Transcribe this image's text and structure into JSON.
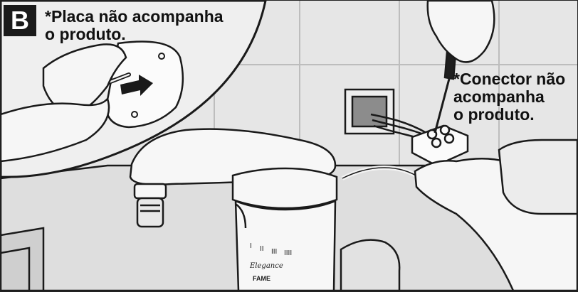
{
  "step": {
    "letter": "B"
  },
  "notes": {
    "plate": [
      "*Placa não acompanha",
      "o produto."
    ],
    "connector": [
      "*Conector não",
      "acompanha",
      "o produto."
    ]
  },
  "product": {
    "brand": "Elegance",
    "maker": "FAME",
    "scale_marks": [
      "I",
      "II",
      "III",
      "IIII"
    ]
  },
  "palette": {
    "background": "#e6e6e6",
    "fixture": "#f7f7f7",
    "outline": "#1a1a1a",
    "wall_grid": "#bdbdbd"
  }
}
